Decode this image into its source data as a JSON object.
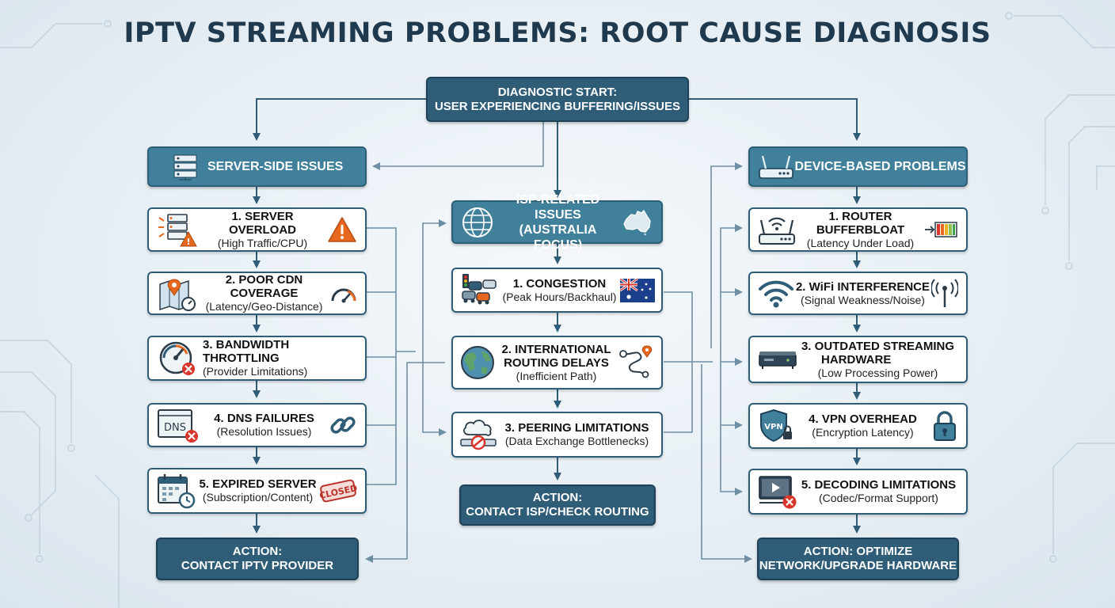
{
  "title": "IPTV STREAMING PROBLEMS: ROOT CAUSE DIAGNOSIS",
  "start": {
    "line1": "DIAGNOSTIC START:",
    "line2": "USER EXPERIENCING BUFFERING/ISSUES"
  },
  "server": {
    "header": "SERVER-SIDE ISSUES",
    "items": [
      {
        "title": "1. SERVER OVERLOAD",
        "sub": "(High Traffic/CPU)"
      },
      {
        "title": "2. POOR CDN COVERAGE",
        "sub": "(Latency/Geo-Distance)"
      },
      {
        "title": "3. BANDWIDTH THROTTLING",
        "sub": "(Provider Limitations)"
      },
      {
        "title": "4. DNS FAILURES",
        "sub": "(Resolution Issues)"
      },
      {
        "title": "5. EXPIRED SERVER",
        "sub": "(Subscription/Content)"
      }
    ],
    "action": {
      "line1": "ACTION:",
      "line2": "CONTACT IPTV PROVIDER"
    }
  },
  "isp": {
    "header_line1": "ISP-RELATED ISSUES",
    "header_line2": "(AUSTRALIA FOCUS)",
    "items": [
      {
        "title": "1. CONGESTION",
        "sub": "(Peak Hours/Backhaul)"
      },
      {
        "title1": "2. INTERNATIONAL",
        "title2": "ROUTING DELAYS",
        "sub": "(Inefficient Path)"
      },
      {
        "title": "3. PEERING LIMITATIONS",
        "sub": "(Data Exchange Bottlenecks)"
      }
    ],
    "action": {
      "line1": "ACTION:",
      "line2": "CONTACT ISP/CHECK ROUTING"
    }
  },
  "device": {
    "header": "DEVICE-BASED PROBLEMS",
    "items": [
      {
        "title": "1. ROUTER BUFFERBLOAT",
        "sub": "(Latency Under Load)"
      },
      {
        "title": "2. WiFi INTERFERENCE",
        "sub": "(Signal Weakness/Noise)"
      },
      {
        "title1": "3. OUTDATED STREAMING",
        "title2": "HARDWARE",
        "sub": "(Low Processing Power)"
      },
      {
        "title": "4. VPN OVERHEAD",
        "sub": "(Encryption Latency)"
      },
      {
        "title": "5. DECODING LIMITATIONS",
        "sub": "(Codec/Format Support)"
      }
    ],
    "action": {
      "line1": "ACTION: OPTIMIZE",
      "line2": "NETWORK/UPGRADE HARDWARE"
    }
  },
  "icon_labels": {
    "dns": "DNS",
    "closed": "CLOSED",
    "vpn": "VPN"
  },
  "colors": {
    "dark_box": "#2f5d78",
    "category_box": "#41809b",
    "connector": "#2f5d78",
    "alert_orange": "#e8671f",
    "error_red": "#d9362b",
    "background": "#e8eff5"
  },
  "icons": {
    "server_header": "server-rack-icon",
    "server_1": "server-alert-icon",
    "server_1_right": "warning-triangle-icon",
    "server_2": "map-pin-icon",
    "server_2_right": "speedometer-icon",
    "server_3": "gauge-error-icon",
    "server_4": "dns-error-icon",
    "server_4_right": "broken-chain-icon",
    "server_5": "calendar-clock-icon",
    "server_5_right": "closed-stamp-icon",
    "isp_header": "globe-icon",
    "isp_header_right": "australia-map-icon",
    "isp_1": "traffic-jam-icon",
    "isp_1_right": "australia-flag-icon",
    "isp_2": "globe-icon",
    "isp_2_right": "route-path-icon",
    "isp_3": "cloud-pipe-icon",
    "device_header": "router-icon",
    "device_1": "router-wifi-icon",
    "device_1_right": "load-meter-icon",
    "device_2": "wifi-icon",
    "device_2_right": "antenna-icon",
    "device_3": "set-top-box-icon",
    "device_4": "vpn-shield-icon",
    "device_4_right": "padlock-icon",
    "device_5": "video-error-icon"
  }
}
